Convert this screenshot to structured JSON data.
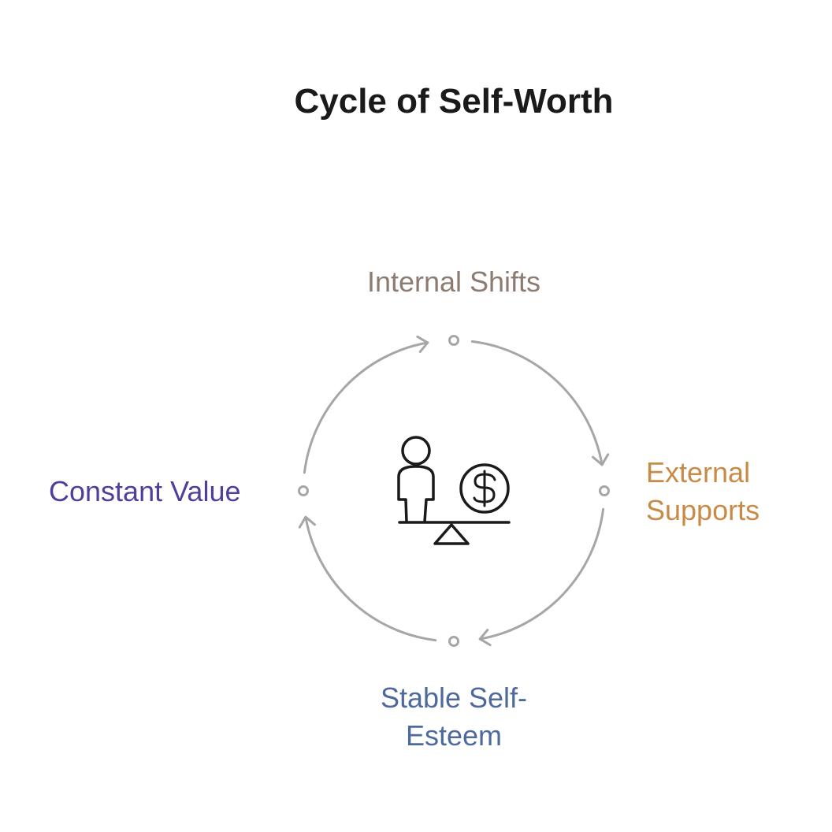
{
  "title": "Cycle of Self-Worth",
  "nodes": [
    {
      "label": "Internal Shifts",
      "color": "#8c7b70"
    },
    {
      "label": "External Supports",
      "color": "#c98a45"
    },
    {
      "label": "Stable Self-Esteem",
      "color": "#4e6a9c"
    },
    {
      "label": "Constant Value",
      "color": "#4f3f9b"
    }
  ],
  "center_icon": "person-and-dollar-on-balance-scale-icon",
  "cycle_color": "#a6a6a6"
}
